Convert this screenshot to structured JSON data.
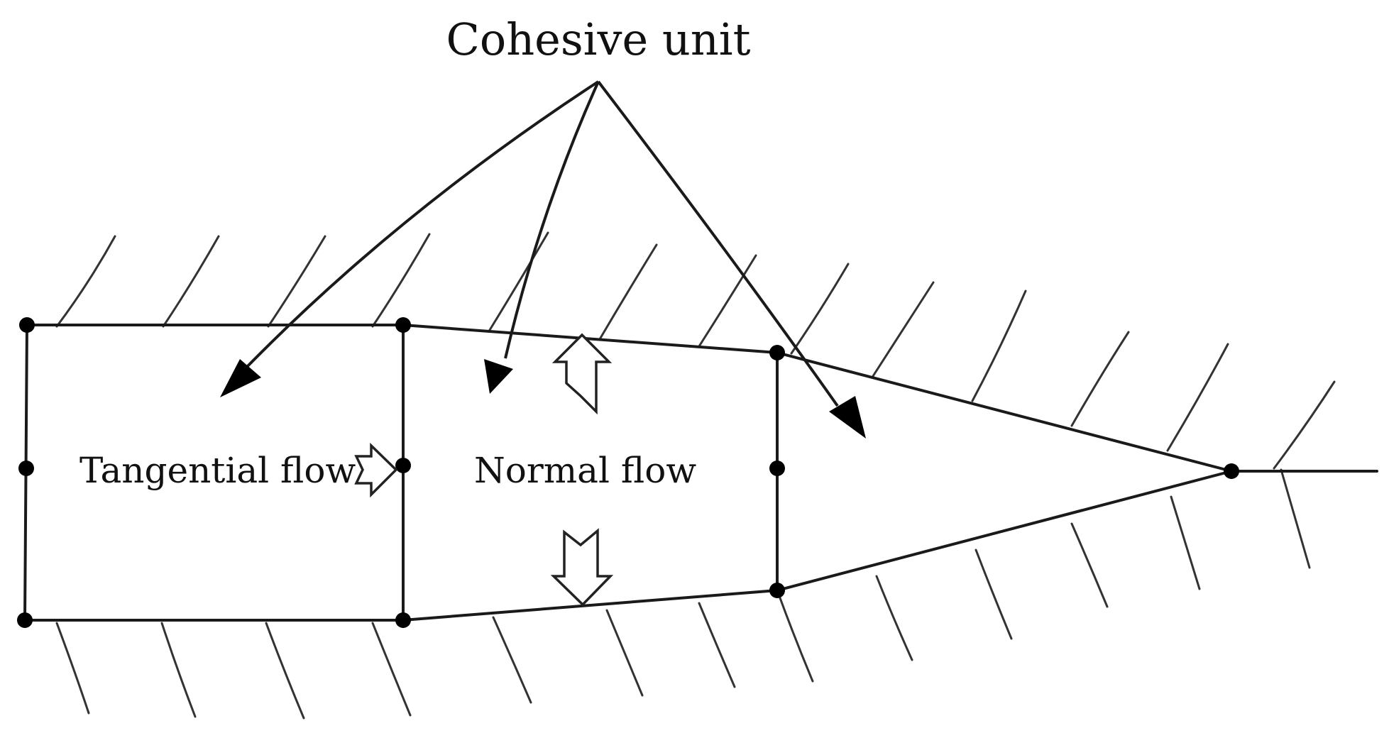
{
  "labels": {
    "cohesive_unit": "Cohesive unit",
    "tangential_flow": "Tangential flow",
    "normal_flow": "Normal flow"
  },
  "colors": {
    "line": "#1a1a1a",
    "background": "#ffffff"
  },
  "icons": [
    "pointer-arrow-icon",
    "hollow-flow-arrow-icon",
    "node-dot-icon",
    "hatch-mark-icon"
  ]
}
